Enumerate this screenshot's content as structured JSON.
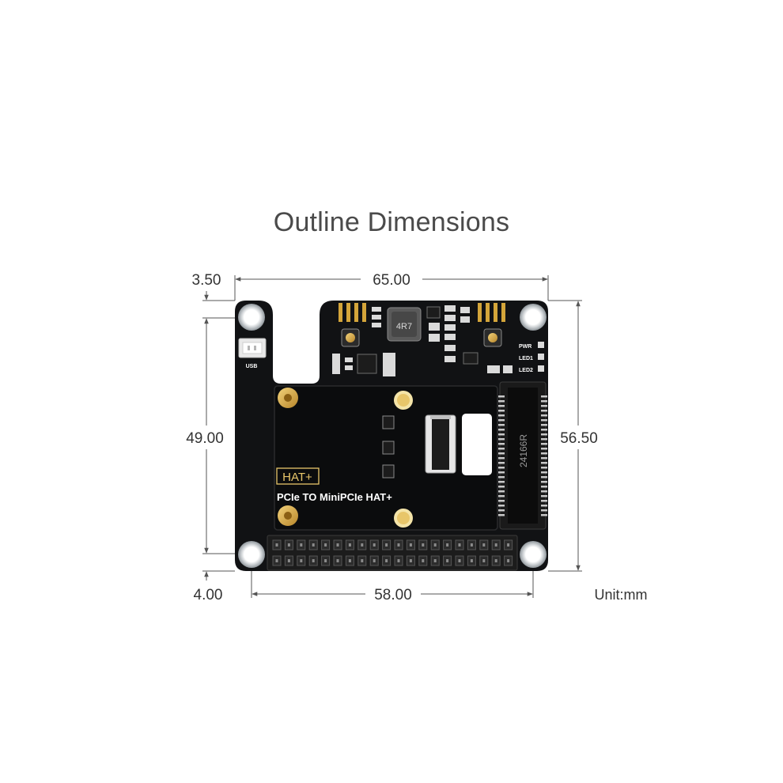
{
  "page": {
    "title": "Outline Dimensions",
    "unit_label": "Unit:mm"
  },
  "dimensions": {
    "width_top": "65.00",
    "hole_offset_top": "3.50",
    "height_left": "49.00",
    "height_right": "56.50",
    "hole_offset_bottom": "4.00",
    "width_bottom": "58.00"
  },
  "board": {
    "product_label": "PCIe TO MiniPCIe HAT+",
    "hat_badge": "HAT+",
    "usb_label": "USB",
    "inductor_label": "4R7",
    "slot_label": "24166R",
    "led_labels": [
      "PWR",
      "LED1",
      "LED2"
    ],
    "colors": {
      "pcb": "#111214",
      "gold": "#d4a53a",
      "silkscreen": "#ffffff",
      "header": "#1c1c1c",
      "dimension_line": "#555555"
    }
  }
}
